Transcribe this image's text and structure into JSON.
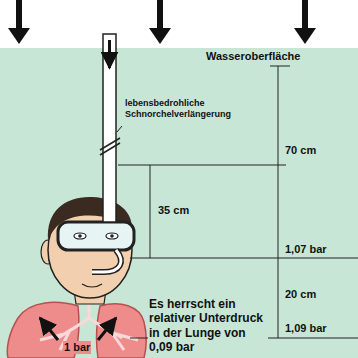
{
  "diagram": {
    "labels": [
      "Wasseroberfläche",
      "lebensbedrohliche Schnorchelverlängerung",
      "70 cm",
      "35 cm",
      "1,07 bar",
      "20 cm",
      "1,09 bar",
      "Es herrscht ein relativer Unterdruck in der Lunge von 0,09 bar",
      "1 bar"
    ]
  }
}
